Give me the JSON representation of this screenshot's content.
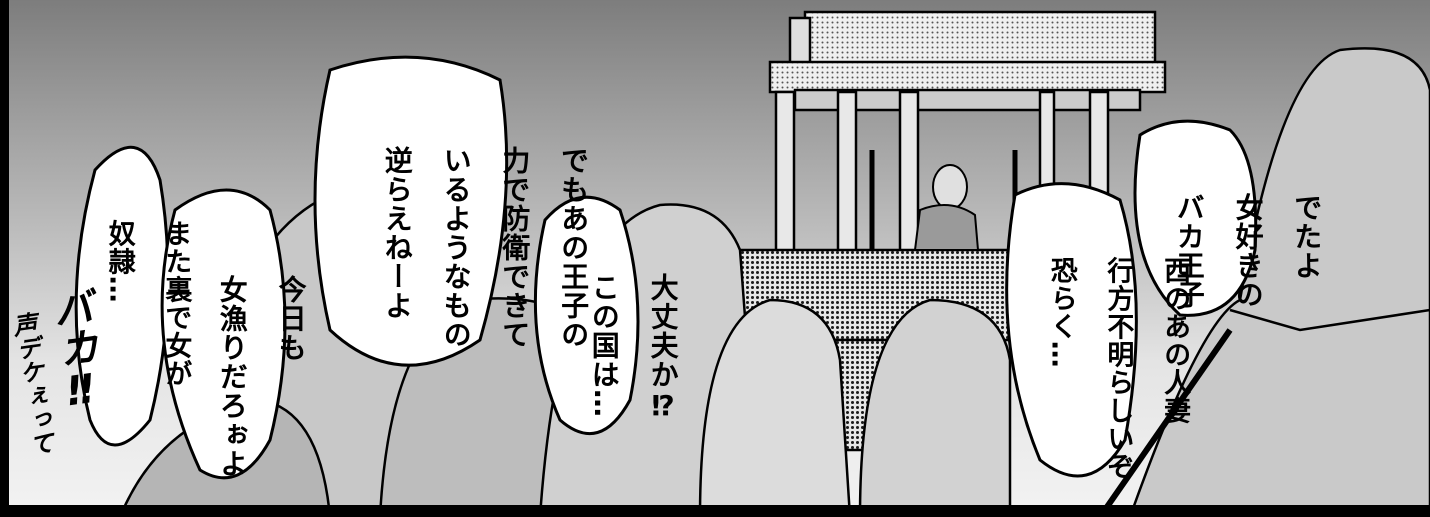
{
  "panel": {
    "bubbles": [
      {
        "id": "bubble-slave",
        "lines": [
          "また裏で女が",
          "奴隷…"
        ]
      },
      {
        "id": "bubble-women",
        "lines": [
          "今日も",
          "女漁りだろぉよ"
        ]
      },
      {
        "id": "bubble-prince-power",
        "lines": [
          "でもあの王子の",
          "力で防衛できて",
          "いるようなもの",
          "逆らえねーよ"
        ]
      },
      {
        "id": "bubble-country",
        "lines": [
          "大丈夫か⁉",
          "この国は…"
        ]
      },
      {
        "id": "bubble-womanizer",
        "lines": [
          "でたよ",
          "女好きの",
          "バカ王子"
        ]
      },
      {
        "id": "bubble-wife",
        "lines": [
          "西のあの人妻",
          "行方不明らしいぞ",
          "恐らく…"
        ]
      }
    ],
    "sfx": {
      "main": "バカ‼",
      "small": "声デケぇって"
    }
  }
}
